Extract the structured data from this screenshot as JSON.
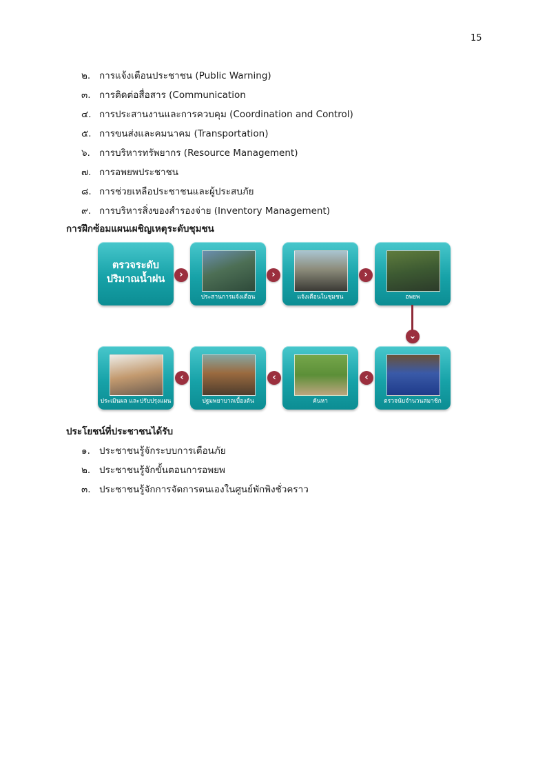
{
  "page_number": "15",
  "list1": [
    {
      "num": "๒.",
      "text": "การแจ้งเตือนประชาชน (Public Warning)"
    },
    {
      "num": "๓.",
      "text": "การติดต่อสื่อสาร (Communication"
    },
    {
      "num": "๔.",
      "text": "การประสานงานและการควบคุม (Coordination and Control)"
    },
    {
      "num": "๕.",
      "text": "การขนส่งและคมนาคม (Transportation)"
    },
    {
      "num": "๖.",
      "text": "การบริหารทรัพยากร (Resource Management)"
    },
    {
      "num": "๗.",
      "text": "การอพยพประชาชน"
    },
    {
      "num": "๘.",
      "text": "การช่วยเหลือประชาชนและผู้ประสบภัย"
    },
    {
      "num": "๙.",
      "text": "การบริหารสิ่งของสำรองจ่าย (Inventory Management)"
    }
  ],
  "heading1": "การฝึกซ้อมแผนเผชิญเหตุระดับชุมชน",
  "flow": {
    "start_line1": "ตรวจระดับ",
    "start_line2": "ปริมาณน้ำฝน",
    "steps": [
      "ประสานการแจ้งเตือน",
      "แจ้งเตือนในชุมชน",
      "อพยพ",
      "ตรวจนับจำนวนสมาชิก",
      "ค้นหา",
      "ปฐมพยาบาลเบื้องต้น",
      "ประเมินผล และปรับปรุงแผน"
    ]
  },
  "heading2": "ประโยชน์ที่ประชาชนได้รับ",
  "list2": [
    {
      "num": "๑.",
      "text": "ประชาชนรู้จักระบบการเตือนภัย"
    },
    {
      "num": "๒.",
      "text": "ประชาชนรู้จักขั้นตอนการอพยพ"
    },
    {
      "num": "๓.",
      "text": "ประชาชนรู้จักการจัดการตนเองในศูนย์พักพิงชั่วคราว"
    }
  ]
}
